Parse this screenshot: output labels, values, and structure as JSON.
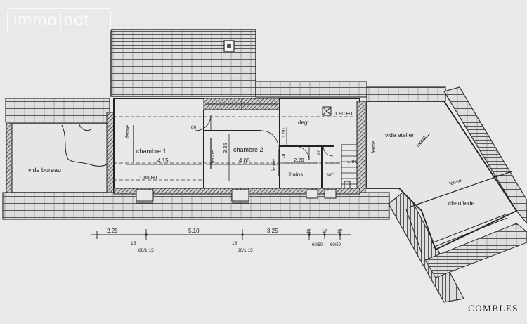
{
  "watermark": {
    "left": "immo",
    "right": "not"
  },
  "rooms": {
    "vide_bureau": "vide bureau",
    "chambre1": "chambre 1",
    "chambre2": "chambre 2",
    "degt": "degt",
    "bains": "bains",
    "wc": "wc",
    "vide_atelier": "vide atelier",
    "chaufferie": "chaufferie"
  },
  "annotations": {
    "ferme": "ferme",
    "dim_ch1_width": "4.15",
    "dim_ch1_height": "1.80 HT",
    "dim_ch2_width": "4.00",
    "dim_ch2_depth": "3.35",
    "dim_degt_height": "1.80 HT",
    "dim_degt_depth": "1.50",
    "dim_bains": "2.20",
    "dim_wc": "1.80",
    "door_80_a": "80",
    "door_80_b": "80",
    "door_70": "70"
  },
  "dimensions": {
    "d1": "2.25",
    "d2": "5.10",
    "d3": "3.25",
    "s1": "80/1.15",
    "s2": "80/1.15",
    "s3": "60/50",
    "s4": "60/50",
    "t1": "15",
    "t2": "15",
    "t3": "15",
    "t4": "17",
    "t5": "17"
  },
  "footer": {
    "title": "COMBLES"
  }
}
